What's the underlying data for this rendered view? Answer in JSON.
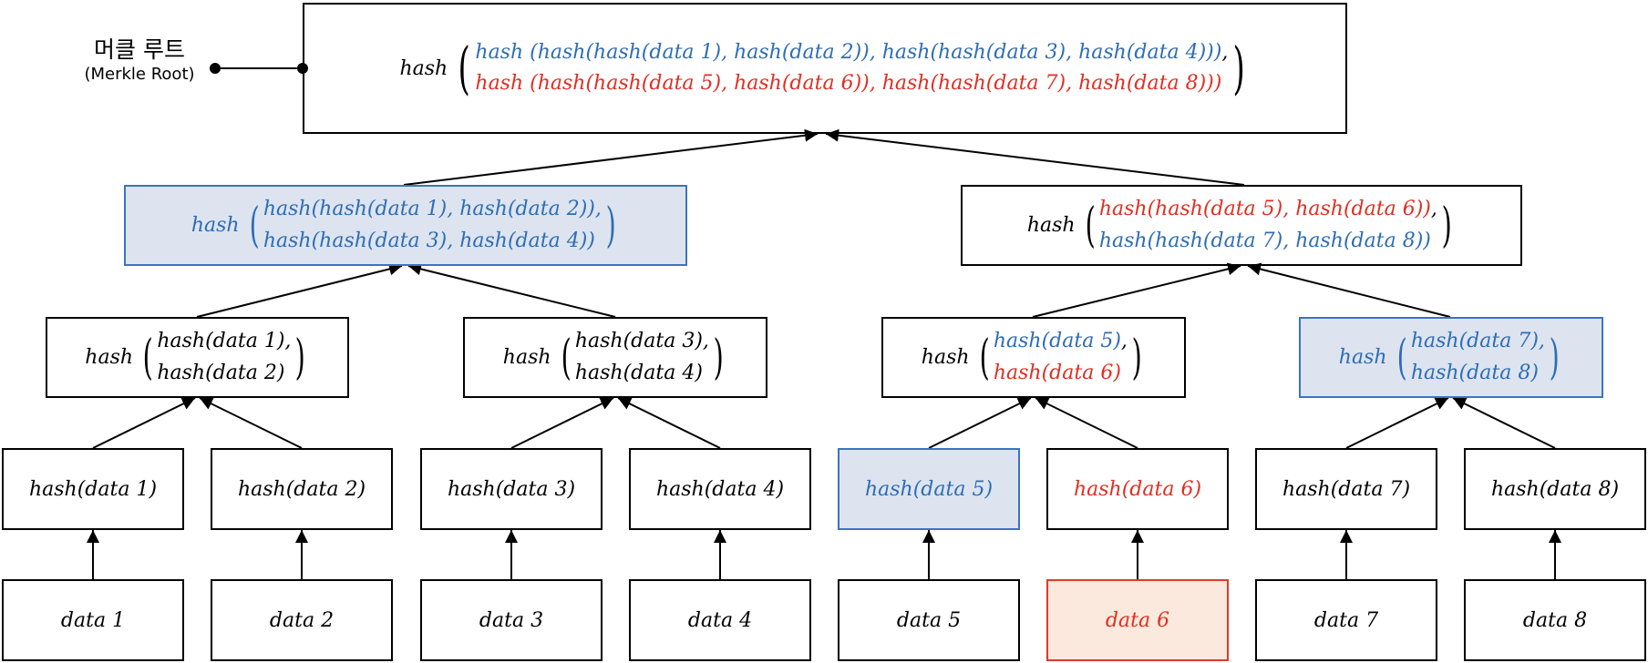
{
  "root_label": {
    "korean": "머클 루트",
    "english": "(Merkle Root)"
  },
  "colors": {
    "blue": "#2e6db5",
    "red": "#e02f22",
    "blue_fill": "#dde4ef",
    "red_fill": "#fae9dc"
  },
  "data_nodes": [
    {
      "label": "data 1"
    },
    {
      "label": "data 2"
    },
    {
      "label": "data 3"
    },
    {
      "label": "data 4"
    },
    {
      "label": "data 5"
    },
    {
      "label": "data 6"
    },
    {
      "label": "data 7"
    },
    {
      "label": "data 8"
    }
  ],
  "leaf_hashes": [
    {
      "label": "hash(data 1)"
    },
    {
      "label": "hash(data 2)"
    },
    {
      "label": "hash(data 3)"
    },
    {
      "label": "hash(data 4)"
    },
    {
      "label": "hash(data 5)"
    },
    {
      "label": "hash(data 6)"
    },
    {
      "label": "hash(data 7)"
    },
    {
      "label": "hash(data 8)"
    }
  ],
  "level2": [
    {
      "fn": "hash",
      "line1": "hash(data 1),",
      "line2": "hash(data 2)"
    },
    {
      "fn": "hash",
      "line1": "hash(data 3),",
      "line2": "hash(data 4)"
    },
    {
      "fn": "hash",
      "line1": "hash(data 5)",
      "line1_suffix": ",",
      "line2": "hash(data 6)"
    },
    {
      "fn": "hash",
      "line1": "hash(data 7),",
      "line2": "hash(data 8)"
    }
  ],
  "level3": [
    {
      "fn": "hash",
      "line1": "hash(hash(data 1), hash(data 2)),",
      "line2": "hash(hash(data 3), hash(data 4))"
    },
    {
      "fn": "hash",
      "line1": "hash(hash(data 5), hash(data 6))",
      "line1_suffix": ",",
      "line2": "hash(hash(data 7), hash(data 8))"
    }
  ],
  "root": {
    "fn": "hash",
    "line1": "hash (hash(hash(data 1), hash(data 2)), hash(hash(data 3), hash(data 4)))",
    "line1_suffix": ",",
    "line2": "hash (hash(hash(data 5), hash(data 6)), hash(hash(data 7), hash(data 8)))"
  }
}
